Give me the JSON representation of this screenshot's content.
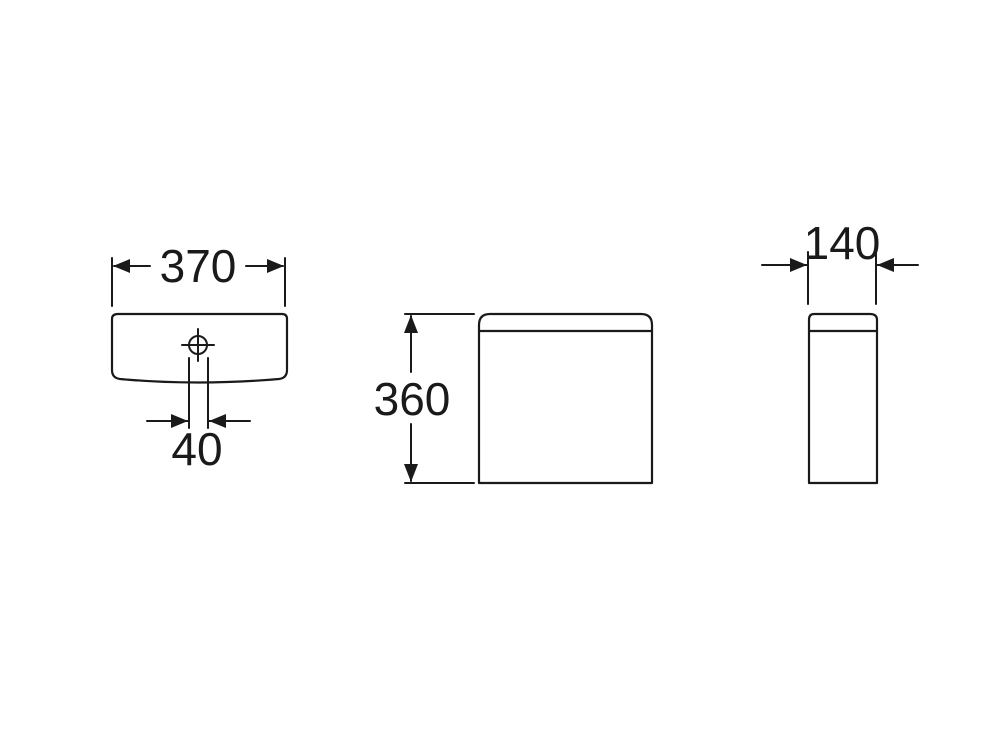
{
  "dimensions": {
    "top_view_width": "370",
    "outlet_offset": "40",
    "front_view_height": "360",
    "side_view_depth": "140"
  },
  "colors": {
    "stroke": "#1a1a1a",
    "background": "#ffffff"
  }
}
